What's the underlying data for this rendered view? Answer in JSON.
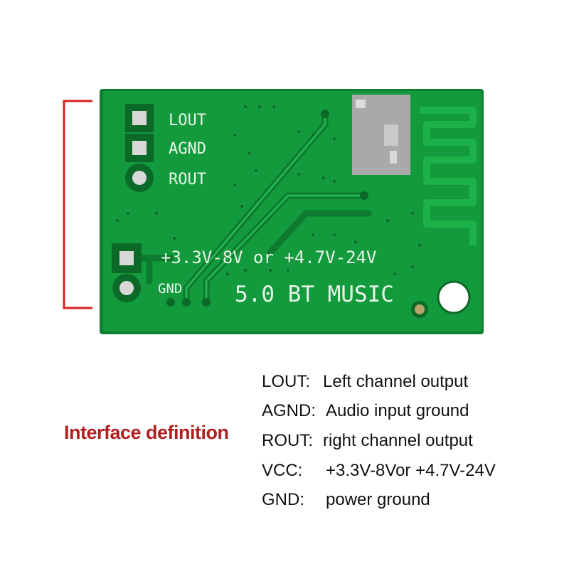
{
  "board": {
    "pin_labels": [
      "LOUT",
      "AGND",
      "ROUT"
    ],
    "power_label": "+3.3V-8V or +4.7V-24V",
    "gnd_label": "GND",
    "model_label": "5.0 BT MUSIC"
  },
  "colors": {
    "pcb": "#139a3c",
    "bracket": "#d42222",
    "title": "#b02020"
  },
  "legend": {
    "title": "Interface definition",
    "rows": [
      {
        "key": "LOUT:",
        "value": "Left channel output"
      },
      {
        "key": "AGND:",
        "value": "Audio input ground"
      },
      {
        "key": "ROUT:",
        "value": "right channel output"
      },
      {
        "key": "VCC:",
        "value": "+3.3V-8Vor +4.7V-24V"
      },
      {
        "key": "GND:",
        "value": "power ground"
      }
    ]
  }
}
